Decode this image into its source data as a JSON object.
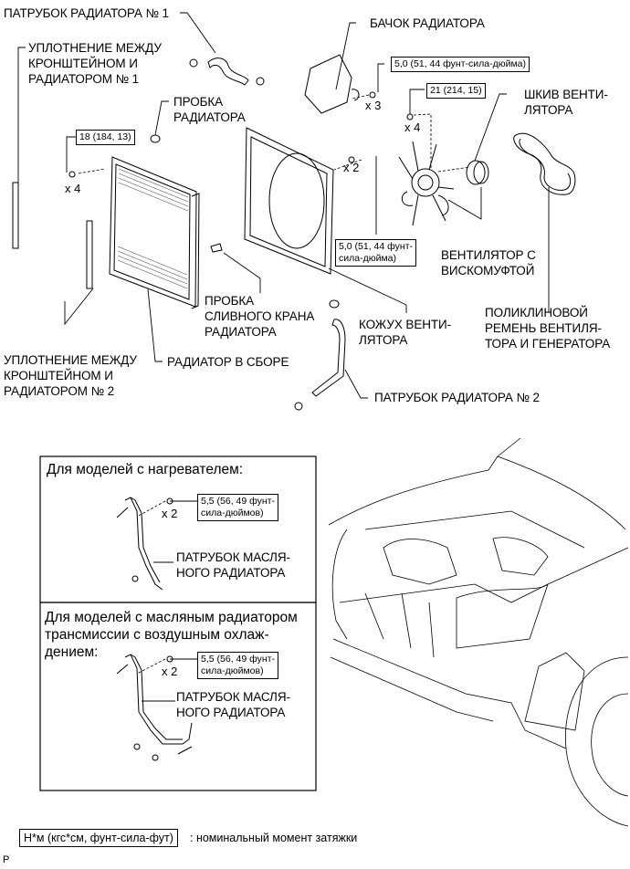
{
  "diagram": {
    "type": "exploded-parts-view",
    "subject": "Cooling system components",
    "labels": {
      "hose_no1": "ПАТРУБОК РАДИАТОРА № 1",
      "seal_no1": "УПЛОТНЕНИЕ МЕЖДУ\nКРОНШТЕЙНОМ И\nРАДИАТОРОМ № 1",
      "radiator_cap": "ПРОБКА\nРАДИАТОРА",
      "reservoir": "БАЧОК РАДИАТОРА",
      "fan_pulley": "ШКИВ ВЕНТИ-\nЛЯТОРА",
      "fan_clutch": "ВЕНТИЛЯТОР С\nВИСКОМУФТОЙ",
      "drain_plug": "ПРОБКА\nСЛИВНОГО КРАНА\nРАДИАТОРА",
      "fan_shroud": "КОЖУХ ВЕНТИ-\nЛЯТОРА",
      "v_belt": "ПОЛИКЛИНОВОЙ\nРЕМЕНЬ ВЕНТИЛЯ-\nТОРА И ГЕНЕРАТОРА",
      "seal_no2": "УПЛОТНЕНИЕ МЕЖДУ\nКРОНШТЕЙНОМ И\nРАДИАТОРОМ № 2",
      "radiator_assy": "РАДИАТОР В СБОРЕ",
      "hose_no2": "ПАТРУБОК РАДИАТОРА № 2"
    },
    "torque_specs": {
      "radiator_bolt": "18 (184, 13)",
      "reservoir_bolt": "5,0 (51, 44 фунт-сила-дюйма)",
      "fan_nut": "21 (214, 15)",
      "shroud_bolt": "5,0 (51, 44 фунт-\nсила-дюйма)"
    },
    "counts": {
      "radiator_bolt": "x 4",
      "reservoir_bolt": "x 3",
      "fan_nut": "x 4",
      "shroud_bolt": "x 2"
    },
    "panels": [
      {
        "title": "Для моделей с нагревателем:",
        "torque": "5,5 (56, 49 фунт-\nсила-дюймов)",
        "count": "x 2",
        "part_label": "ПАТРУБОК МАСЛЯ-\nНОГО РАДИАТОРА"
      },
      {
        "title": "Для моделей с масляным радиатором\nтрансмиссии с воздушным охлаж-\nдением:",
        "torque": "5,5 (56, 49 фунт-\nсила-дюймов)",
        "count": "x 2",
        "part_label": "ПАТРУБОК МАСЛЯ-\nНОГО РАДИАТОРА"
      }
    ],
    "legend": {
      "unit_box": "Н*м (кгс*см, фунт-сила-фут)",
      "description": ": номинальный момент затяжки"
    },
    "page_mark": "P"
  }
}
